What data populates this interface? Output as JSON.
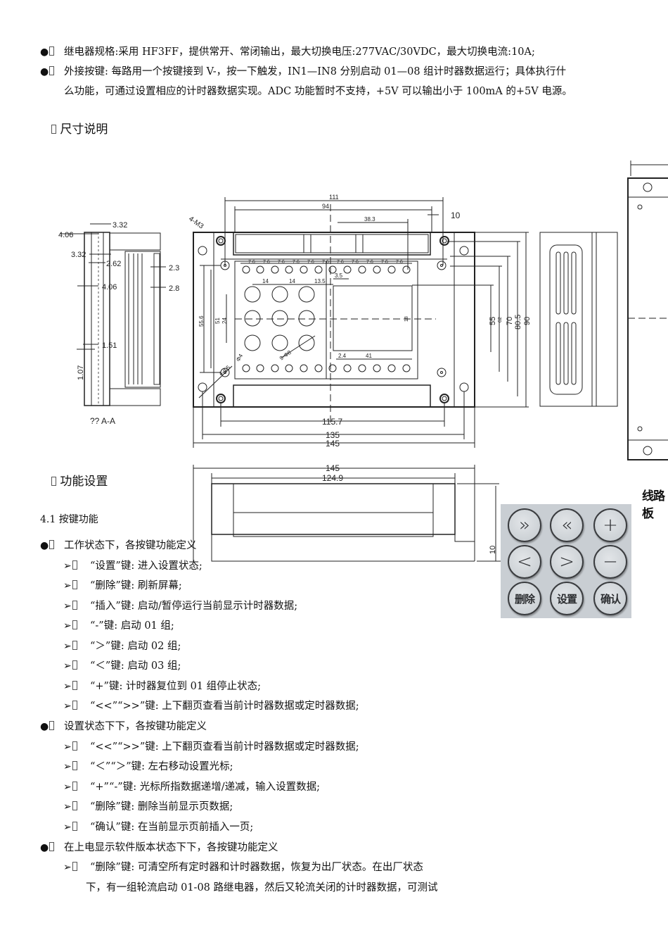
{
  "intro": {
    "items": [
      {
        "marker": "●",
        "lines": [
          "继电器规格:采用 HF3FF，提供常开、常闭输出，最大切换电压:277VAC/30VDC，最大切换电流:10A;"
        ]
      },
      {
        "marker": "●",
        "lines": [
          "外接按键: 每路用一个按键接到 V-，按一下触发，IN1—IN8 分别启动 01—08 组计时器数据运行；具体执行什",
          "么功能，可通过设置相应的计时器数据实现。ADC 功能暂时不支持，+5V 可以输出小于 100mA 的+5V 电源。"
        ]
      }
    ]
  },
  "section_dimensions": {
    "title": "尺寸说明"
  },
  "drawing": {
    "section_view": {
      "label": "?? A-A",
      "dims": [
        "3.32",
        "4.06",
        "3.32",
        "2.62",
        "4.06",
        "1.51",
        "1.07",
        "2.3",
        "2.8"
      ]
    },
    "front_view": {
      "mount_label": "4-M3",
      "top_dims": [
        "111",
        "94",
        "38.3",
        "10"
      ],
      "pitch_label": "7.6",
      "grid_dims": [
        "14",
        "14",
        "13.5",
        "3.5"
      ],
      "left_dims": [
        "55.6",
        "51",
        "24"
      ],
      "hole_labels": [
        "9-Φ8",
        "Φ4",
        "4-Φ5"
      ],
      "window_dims": [
        "2.4",
        "41",
        "18"
      ],
      "right_dims": [
        "55",
        "62",
        "70",
        "80.5",
        "90"
      ],
      "bottom_dims": [
        "115.7",
        "135",
        "145"
      ]
    },
    "bottom_view": {
      "dims": [
        "145",
        "124.9",
        "10"
      ]
    },
    "board_caption": "线路板"
  },
  "section_function": {
    "title": "功能设置"
  },
  "subsection": {
    "title": "4.1 按键功能"
  },
  "keypad": {
    "keys": [
      {
        "label": "»",
        "name": "page-down-key"
      },
      {
        "label": "«",
        "name": "page-up-key"
      },
      {
        "label": "+",
        "name": "plus-key"
      },
      {
        "label": "<",
        "name": "left-key"
      },
      {
        "label": ">",
        "name": "right-key"
      },
      {
        "label": "−",
        "name": "minus-key"
      },
      {
        "label": "删除",
        "name": "delete-key"
      },
      {
        "label": "设置",
        "name": "settings-key"
      },
      {
        "label": "确认",
        "name": "confirm-key"
      }
    ]
  },
  "work_state": {
    "heading": "工作状态下，各按键功能定义",
    "items": [
      "“设置”键: 进入设置状态;",
      "“删除”键: 刷新屏幕;",
      "“插入”键: 启动/暂停运行当前显示计时器数据;",
      "“-”键: 启动 01 组;",
      "“＞”键: 启动 02 组;",
      "“＜”键: 启动 03 组;",
      "“+”键: 计时器复位到 01 组停止状态;",
      "“<<”“>>”键: 上下翻页查看当前计时器数据或定时器数据;"
    ]
  },
  "setting_state": {
    "heading": "设置状态下下，各按键功能定义",
    "items": [
      "“<<”“>>”键: 上下翻页查看当前计时器数据或定时器数据;",
      "“＜”“＞”键: 左右移动设置光标;",
      "“+”“-”键: 光标所指数据递增/递减，输入设置数据;",
      "“删除”键: 删除当前显示页数据;",
      "“确认”键: 在当前显示页前插入一页;"
    ]
  },
  "power_on_state": {
    "heading": "在上电显示软件版本状态下下，各按键功能定义",
    "item_lines": [
      "“删除”键: 可清空所有定时器和计时器数据，恢复为出厂状态。在出厂状态",
      "下，有一组轮流启动 01-08 路继电器，然后又轮流关闭的计时器数据，可测试"
    ]
  },
  "markers": {
    "bullet": "●",
    "arrow": "➢"
  }
}
